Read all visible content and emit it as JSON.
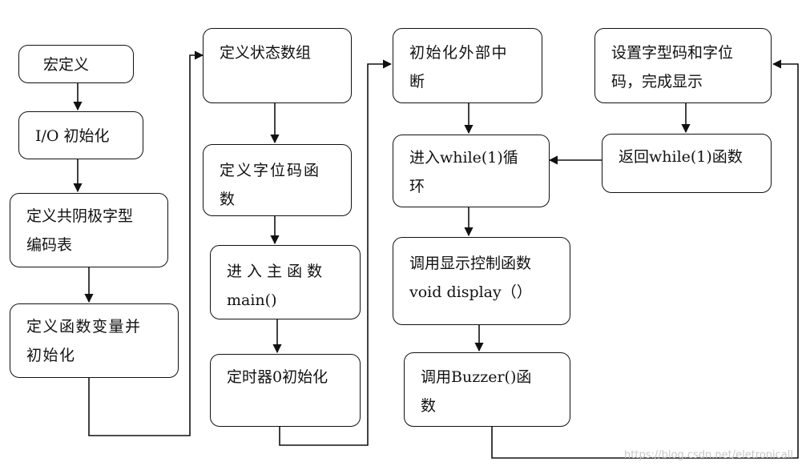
{
  "flowchart": {
    "nodes": [
      {
        "id": "n1",
        "label": "宏定义"
      },
      {
        "id": "n2",
        "label": "I/O 初始化"
      },
      {
        "id": "n3",
        "label": "定义共阴极字型\n编码表"
      },
      {
        "id": "n4",
        "label": "定义函数变量并\n初始化"
      },
      {
        "id": "n5",
        "label": "定义状态数组"
      },
      {
        "id": "n6",
        "label": "定义字位码函\n数"
      },
      {
        "id": "n7",
        "label": "进 入 主 函 数\nmain()"
      },
      {
        "id": "n8",
        "label": "定时器0初始化"
      },
      {
        "id": "n9",
        "label": "初始化外部中\n断"
      },
      {
        "id": "n10",
        "label": "进入while(1)循\n环"
      },
      {
        "id": "n11",
        "label": "调用显示控制函数\nvoid display（）"
      },
      {
        "id": "n12",
        "label": "调用Buzzer()函\n数"
      },
      {
        "id": "n13",
        "label": "设置字型码和字位\n码，完成显示"
      },
      {
        "id": "n14",
        "label": "返回while(1)函数"
      }
    ],
    "edges": [
      [
        "n1",
        "n2"
      ],
      [
        "n2",
        "n3"
      ],
      [
        "n3",
        "n4"
      ],
      [
        "n4",
        "n5"
      ],
      [
        "n5",
        "n6"
      ],
      [
        "n6",
        "n7"
      ],
      [
        "n7",
        "n8"
      ],
      [
        "n8",
        "n9"
      ],
      [
        "n9",
        "n10"
      ],
      [
        "n10",
        "n11"
      ],
      [
        "n11",
        "n12"
      ],
      [
        "n12",
        "n13"
      ],
      [
        "n13",
        "n14"
      ],
      [
        "n14",
        "n10"
      ]
    ]
  },
  "watermark": "https://blog.csdn.net/eletronicall"
}
